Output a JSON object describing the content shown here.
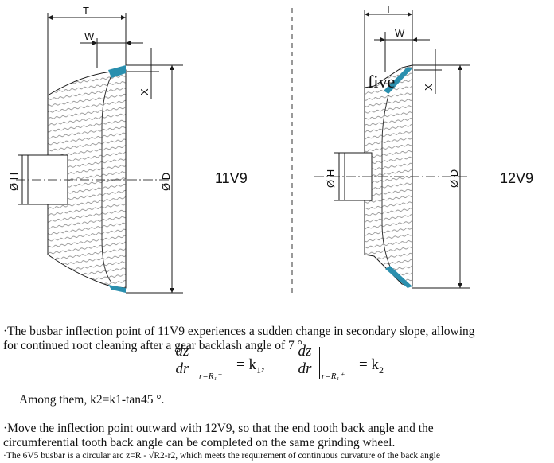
{
  "figure": {
    "left_tool": {
      "label": "11V9",
      "dim_T": "T",
      "dim_W": "W",
      "dim_X": "X",
      "dim_H": "Ø H",
      "dim_D": "Ø D"
    },
    "right_tool": {
      "label": "12V9",
      "dim_T": "T",
      "dim_W": "W",
      "dim_X": "X",
      "dim_H": "Ø H",
      "dim_D": "Ø D",
      "overlay_text": "five"
    },
    "colors": {
      "abrasive": "#2a8fae",
      "line": "#1a1a1a"
    }
  },
  "text": {
    "p1_line1": "·The busbar inflection point of 11V9 experiences a sudden change in secondary slope, allowing",
    "p1_line2": "for continued root cleaning after a gear backlash angle of 7 °",
    "equation": {
      "lhs1_num": "dz",
      "lhs1_den": "dr",
      "lhs1_cond": "r=R₁⁻",
      "rhs1": "= k",
      "rhs1_sub": "1",
      "rhs1_tail": ",",
      "lhs2_num": "dz",
      "lhs2_den": "dr",
      "lhs2_cond": "r=R₁⁺",
      "rhs2": "= k",
      "rhs2_sub": "2"
    },
    "p2": "Among them, k2=k1-tan45 °.",
    "p3_line1": "·Move the inflection point outward with 12V9, so that the end tooth back angle and the",
    "p3_line2": "circumferential tooth back angle can be completed on the same grinding wheel.",
    "p4": "·The 6V5 busbar is a circular arc z=R - √R2-r2, which meets the requirement of continuous curvature of the back angle"
  }
}
